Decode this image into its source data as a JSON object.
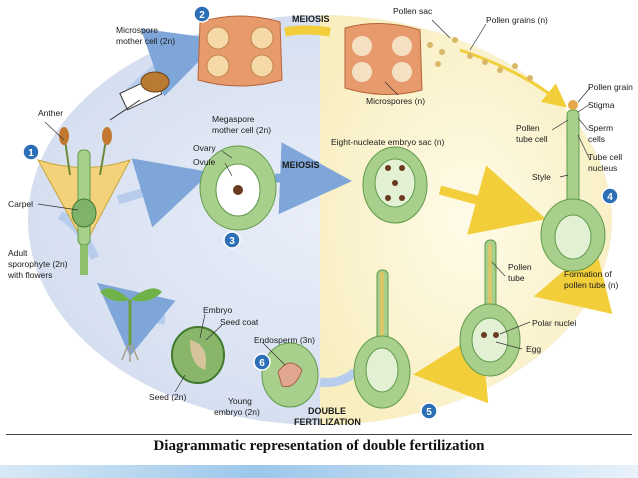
{
  "caption": "Diagrammatic representation of double fertilization",
  "steps": [
    "1",
    "2",
    "3",
    "4",
    "5",
    "6"
  ],
  "labels": {
    "microspore_mother": "Microspore",
    "microspore_mother2": "mother cell (2n)",
    "meiosis_top": "MEIOSIS",
    "pollen_sac": "Pollen sac",
    "pollen_grains": "Pollen grains (n)",
    "microspores": "Microspores (n)",
    "pollen_grain": "Pollen grain",
    "stigma": "Stigma",
    "pollen_tube_cell": "Pollen",
    "pollen_tube_cell2": "tube cell",
    "sperm_cells": "Sperm",
    "sperm_cells2": "cells",
    "tube_cell_nucleus": "Tube cell",
    "tube_cell_nucleus2": "nucleus",
    "style": "Style",
    "anther": "Anther",
    "megaspore": "Megaspore",
    "megaspore2": "mother cell (2n)",
    "ovary": "Ovary",
    "ovule": "Ovule",
    "meiosis_mid": "MEIOSIS",
    "embryo_sac": "Eight-nucleate embryo sac (n)",
    "carpel": "Carpel",
    "adult1": "Adult",
    "adult2": "sporophyte (2n)",
    "adult3": "with flowers",
    "pollen_tube": "Pollen",
    "pollen_tube2": "tube",
    "formation1": "Formation of",
    "formation2": "pollen tube (n)",
    "embryo": "Embryo",
    "seed_coat": "Seed coat",
    "endosperm": "Endosperm (3n)",
    "polar_nuclei": "Polar nuclei",
    "egg": "Egg",
    "seed": "Seed (2n)",
    "young1": "Young",
    "young2": "embryo (2n)",
    "double1": "DOUBLE",
    "double2": "FERTILIZATION"
  },
  "colors": {
    "left_bg": "#dde6f4",
    "right_bg": "#fbf3d4",
    "tissue": "#a9cf8c",
    "tissue_dark": "#5f9b4a",
    "pollen_sac": "#e79a6c",
    "arrow_blue": "#7fa6d8",
    "arrow_yellow": "#f2cf3a",
    "badge": "#2c6fb7"
  }
}
